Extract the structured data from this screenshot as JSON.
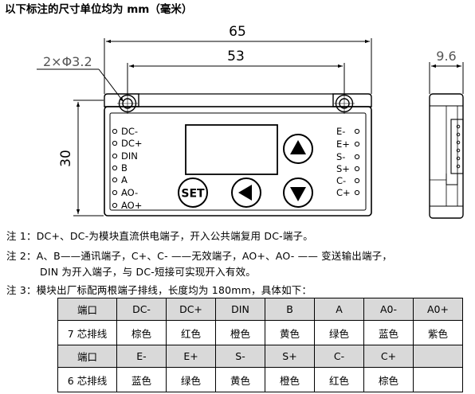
{
  "header": {
    "unit_note": "以下标注的尺寸单位均为 mm（毫米）"
  },
  "dimensions": {
    "overall_width": "65",
    "hole_pitch": "53",
    "hole_spec": "2×Φ3.2",
    "height": "30",
    "depth": "9.6"
  },
  "panel": {
    "left_pins": [
      "DC-",
      "DC+",
      "DIN",
      "B",
      "A",
      "AO-",
      "AO+"
    ],
    "right_pins": [
      "E-",
      "E+",
      "S-",
      "S+",
      "C-",
      "C+"
    ],
    "set_label": "SET",
    "icons": [
      "triangle-up",
      "triangle-left",
      "triangle-down"
    ]
  },
  "notes": {
    "note1": "注 1：DC+、DC-为模块直流供电端子，开入公共端复用 DC-端子。",
    "note2a": "注 2：A、B——通讯端子，C+、C- ——无效端子，AO+、AO- —— 变送输出端子，",
    "note2b": "DIN 为开入端子，与 DC-短接可实现开入有效。",
    "note3": "注 3：模块出厂标配两根端子排线，长度均为 180mm，具体如下："
  },
  "cable_table": {
    "rows": [
      [
        "端口",
        "DC-",
        "DC+",
        "DIN",
        "B",
        "A",
        "A0-",
        "A0+"
      ],
      [
        "7 芯排线",
        "棕色",
        "红色",
        "橙色",
        "黄色",
        "绿色",
        "蓝色",
        "紫色"
      ],
      [
        "端口",
        "E-",
        "E+",
        "S-",
        "S+",
        "C-",
        "C+",
        ""
      ],
      [
        "6 芯排线",
        "蓝色",
        "绿色",
        "黄色",
        "橙色",
        "红色",
        "棕色",
        ""
      ]
    ]
  }
}
